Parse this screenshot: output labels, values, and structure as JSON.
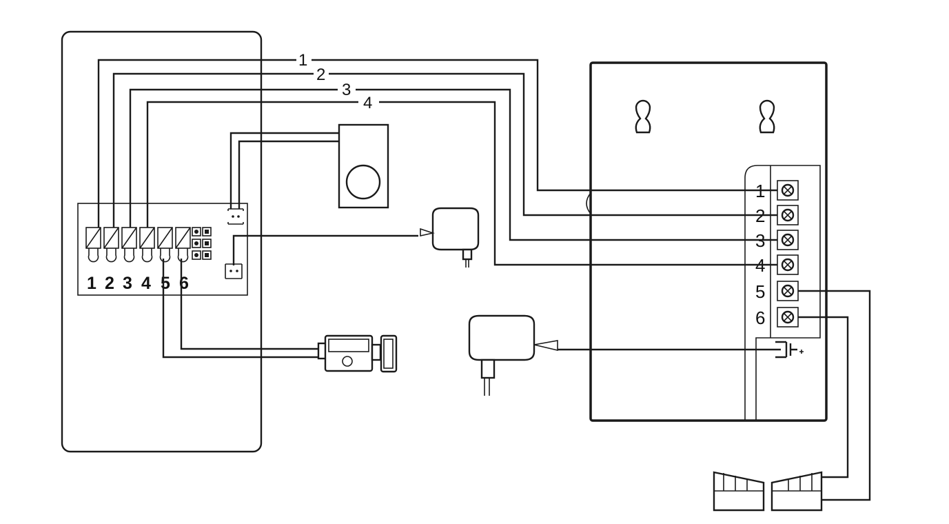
{
  "wire_labels": [
    "1",
    "2",
    "3",
    "4"
  ],
  "door_panel_terminals": [
    "1",
    "2",
    "3",
    "4",
    "5",
    "6"
  ],
  "monitor_terminals": [
    "1",
    "2",
    "3",
    "4",
    "5",
    "6"
  ],
  "colors": {
    "line": "#1a1a1a",
    "background": "#ffffff"
  },
  "icons": [
    "keyhole-icon",
    "screw-terminal-icon",
    "power-adapter-icon",
    "electric-lock-icon",
    "gate-icon",
    "speaker-icon",
    "connector-icon"
  ]
}
